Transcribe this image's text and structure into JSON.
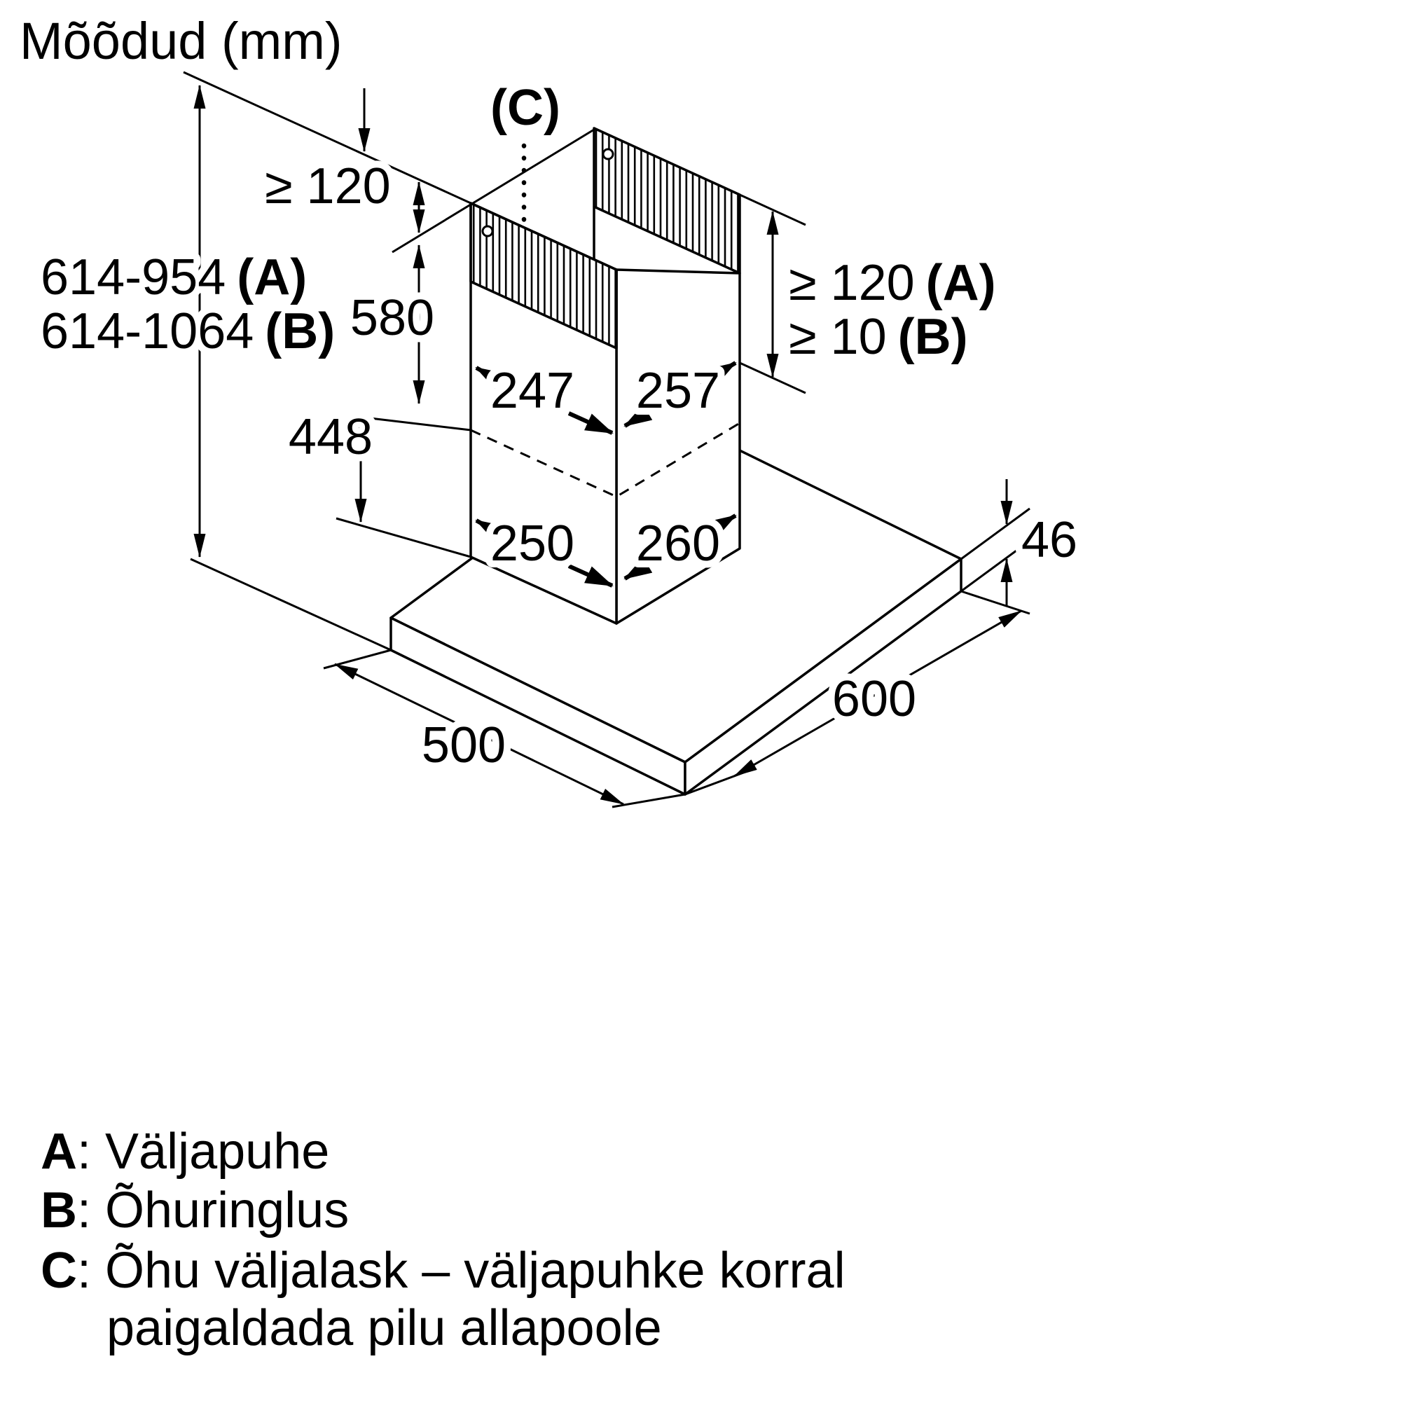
{
  "title": "Mõõdud (mm)",
  "dims": {
    "overall_a": {
      "v": "614-954",
      "k": "(A)"
    },
    "overall_b": {
      "v": "614-1064",
      "k": "(B)"
    },
    "clearance_top": "≥ 120",
    "duct_upper": "580",
    "duct_lower": "448",
    "w_front_upper": "247",
    "w_side_upper": "257",
    "w_front_lower": "250",
    "w_side_lower": "260",
    "clear_right_a": {
      "v": "≥ 120",
      "k": "(A)"
    },
    "clear_right_b": {
      "v": "≥ 10",
      "k": "(B)"
    },
    "body_height": "46",
    "depth": "500",
    "width": "600",
    "outlet": "(C)"
  },
  "legend": [
    {
      "key": "A",
      "text": ": Väljapuhe"
    },
    {
      "key": "B",
      "text": ": Õhuringlus"
    },
    {
      "key": "C",
      "text": ": Õhu väljalask – väljapuhke korral",
      "text2": "paigaldada pilu allapoole"
    }
  ]
}
